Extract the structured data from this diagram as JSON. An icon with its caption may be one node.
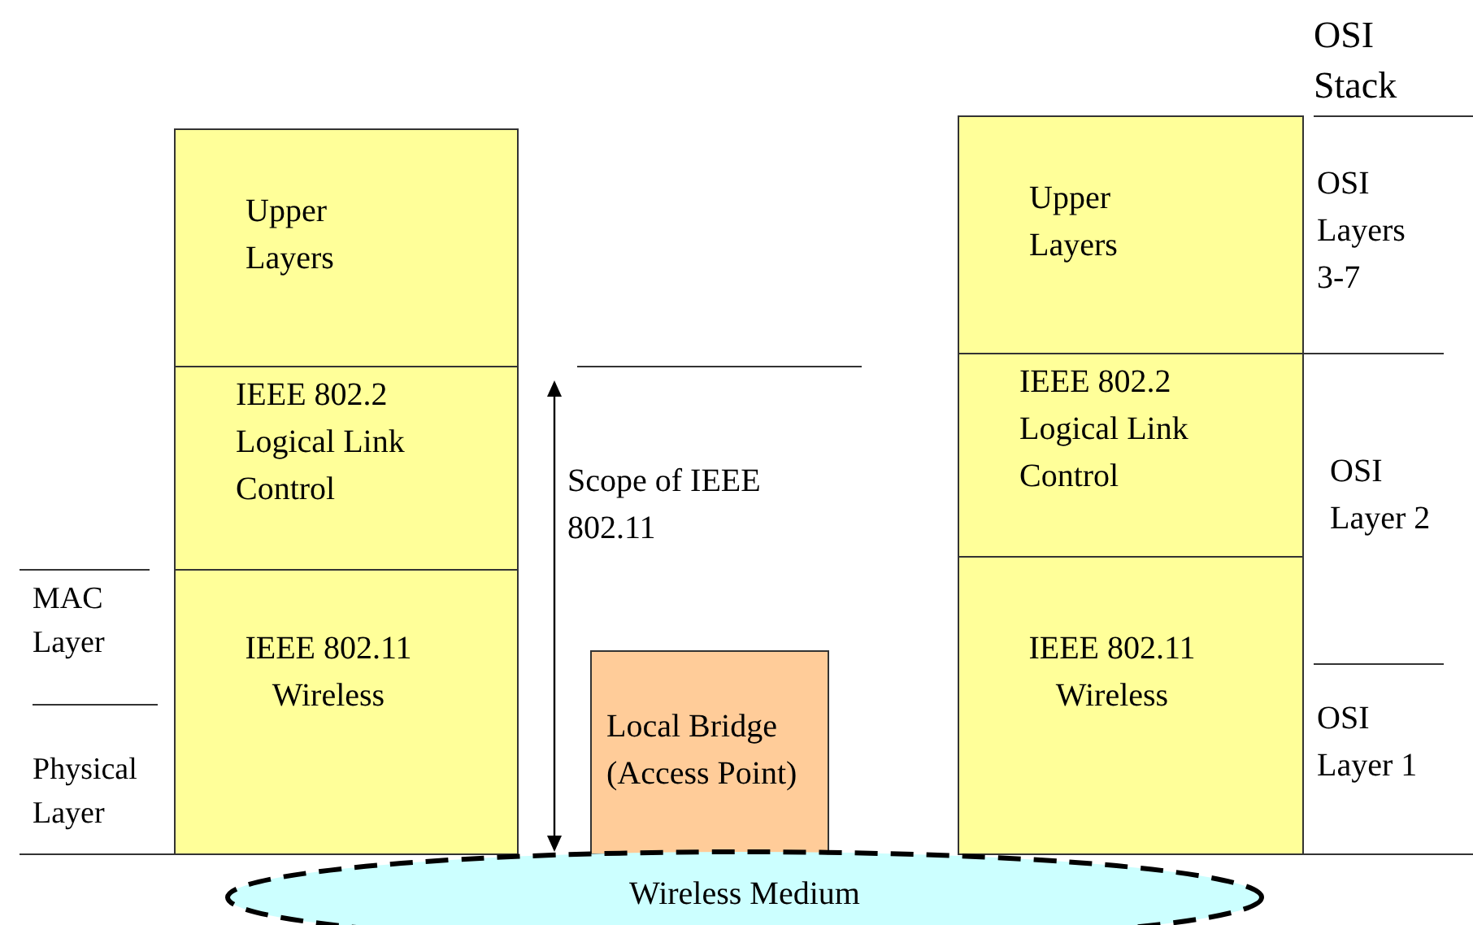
{
  "diagram": {
    "nodes": [
      {
        "text": [
          "Upper Layers"
        ]
      },
      {
        "text": [
          "IEEE 802.2 Logical Link Control"
        ]
      },
      {
        "text": [
          "IEEE 802.11 Wireless"
        ]
      },
      {
        "text": [
          "Local Bridge (Access Point)"
        ]
      },
      {
        "text": [
          "Upper Layers"
        ]
      },
      {
        "text": [
          "IEEE 802.2 Logical Link Control"
        ]
      },
      {
        "text": [
          "IEEE 802.11 Wireless"
        ]
      },
      {
        "text": [
          "Wireless Medium"
        ]
      }
    ],
    "labels": [
      "OSI Stack",
      "OSI Layers 3-7",
      "OSI Layer 2",
      "OSI Layer 1",
      "MAC Layer",
      "Physical Layer",
      "Scope of IEEE 802.11"
    ]
  }
}
